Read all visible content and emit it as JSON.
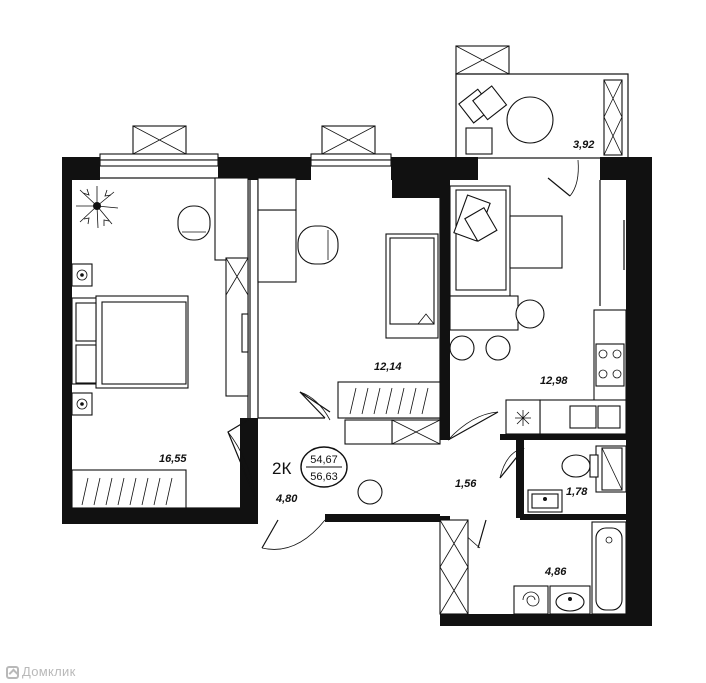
{
  "plan": {
    "room_type": "2К",
    "total_area": "54,67",
    "area_with_balcony": "56,63",
    "rooms": [
      {
        "id": "bedroom",
        "area": "16,55"
      },
      {
        "id": "room-2",
        "area": "12,14"
      },
      {
        "id": "kitchen-living",
        "area": "12,98"
      },
      {
        "id": "balcony",
        "area": "3,92"
      },
      {
        "id": "hallway",
        "area": "4,80"
      },
      {
        "id": "corridor",
        "area": "1,56"
      },
      {
        "id": "wc",
        "area": "1,78"
      },
      {
        "id": "bathroom",
        "area": "4,86"
      }
    ]
  },
  "watermark": "Домклик",
  "colors": {
    "wall": "#111111",
    "watermark": "#b9b9b9",
    "background": "#ffffff"
  }
}
